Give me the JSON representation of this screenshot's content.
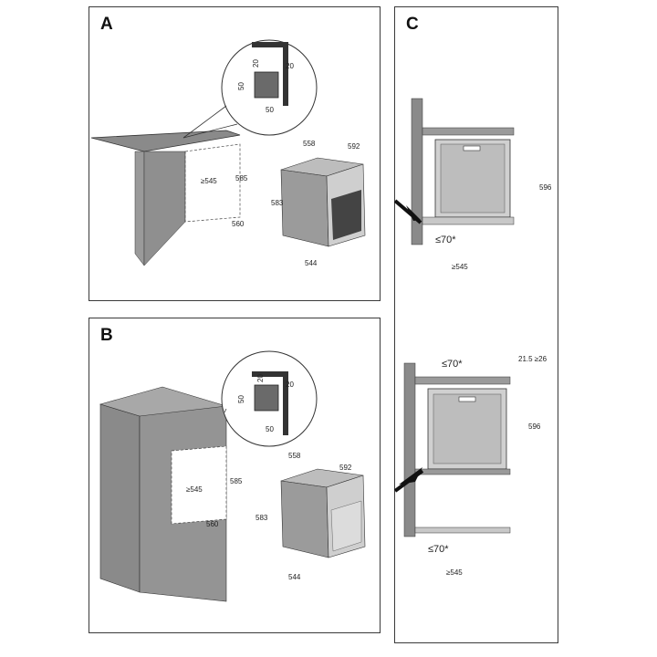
{
  "panels": {
    "a": {
      "label": "A",
      "detail_20_top": "20",
      "detail_20_side": "20",
      "detail_50_side": "50",
      "detail_50_bottom": "50",
      "cab_545": "≥545",
      "cab_585": "585",
      "cab_560": "560",
      "oven_558": "558",
      "oven_592": "592",
      "oven_583": "583",
      "oven_544": "544"
    },
    "b": {
      "label": "B",
      "detail_20_top": "20",
      "detail_20_side": "20",
      "detail_50_side": "50",
      "detail_50_bottom": "50",
      "cab_545": "≥545",
      "cab_585": "585",
      "cab_560": "560",
      "oven_558": "558",
      "oven_592": "592",
      "oven_583": "583",
      "oven_544": "544"
    },
    "c": {
      "label": "C",
      "top_596": "596",
      "top_70": "≤70*",
      "top_545": "≥545",
      "bottom_70_top": "≤70*",
      "bottom_gap": "21.5 ≥26",
      "bottom_596": "596",
      "bottom_70": "≤70*",
      "bottom_545": "≥545"
    }
  }
}
